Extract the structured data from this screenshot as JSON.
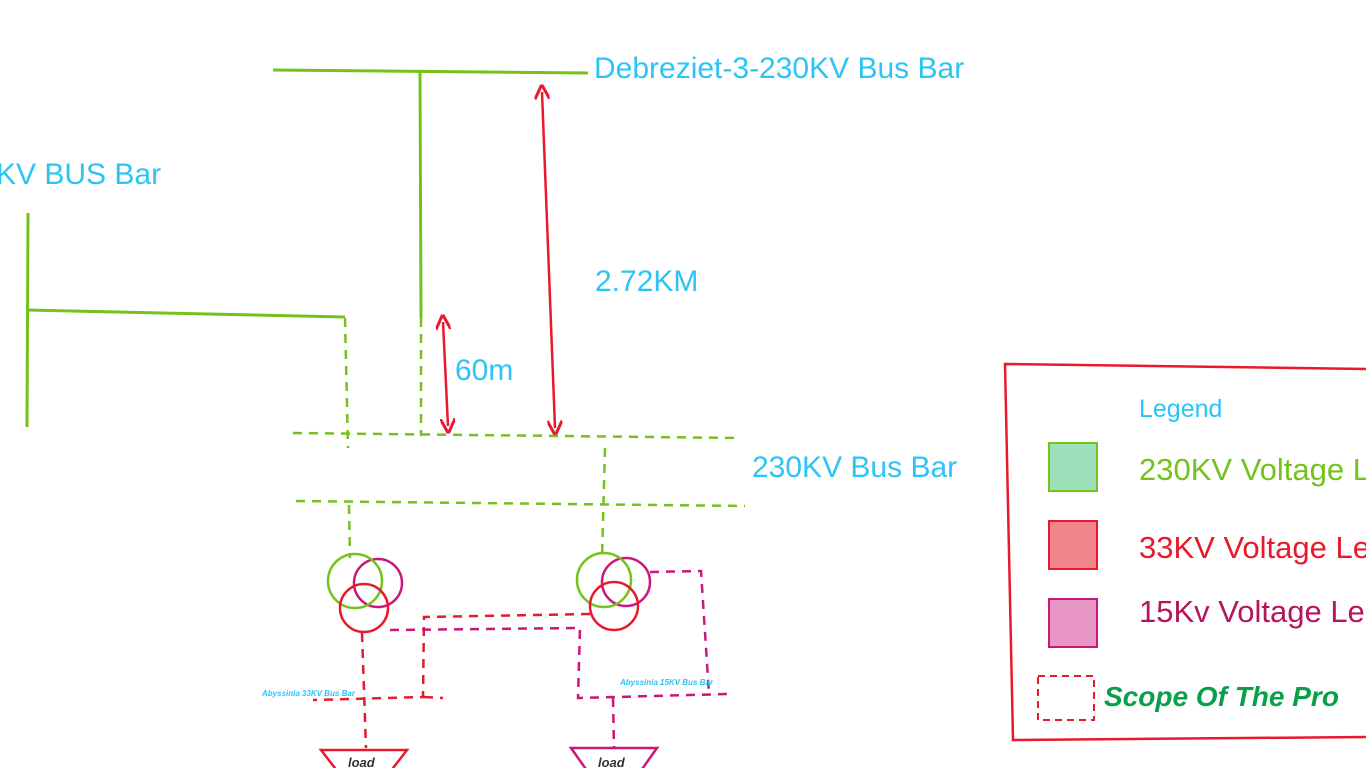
{
  "labels": {
    "top_bus": "Debreziet-3-230KV Bus Bar",
    "left_bus": "KV BUS Bar",
    "distance_long": "2.72KM",
    "distance_short": "60m",
    "bus_230": "230KV Bus Bar",
    "bus_33": "Abyssinia 33KV Bus Bar",
    "bus_15": "Abyssinia 15KV Bus Bar",
    "load_1": "load",
    "load_2": "load"
  },
  "legend": {
    "title": "Legend",
    "items": [
      {
        "label": "230KV Voltage L",
        "fill": "#9de0b9",
        "stroke": "#74c21b",
        "text_color": "#74c21b"
      },
      {
        "label": "33KV Voltage Le",
        "fill": "#f0868d",
        "stroke": "#e8192c",
        "text_color": "#e8192c"
      },
      {
        "label": "15Kv Voltage Le",
        "fill": "#e897c5",
        "stroke": "#c8187a",
        "text_color": "#b8145e"
      }
    ],
    "scope_label": "Scope Of The Pro"
  },
  "colors": {
    "green": "#74c21b",
    "red": "#e8192c",
    "magenta": "#c8187a",
    "blue": "#2cc4f4",
    "scope_green": "#0aa04a"
  }
}
